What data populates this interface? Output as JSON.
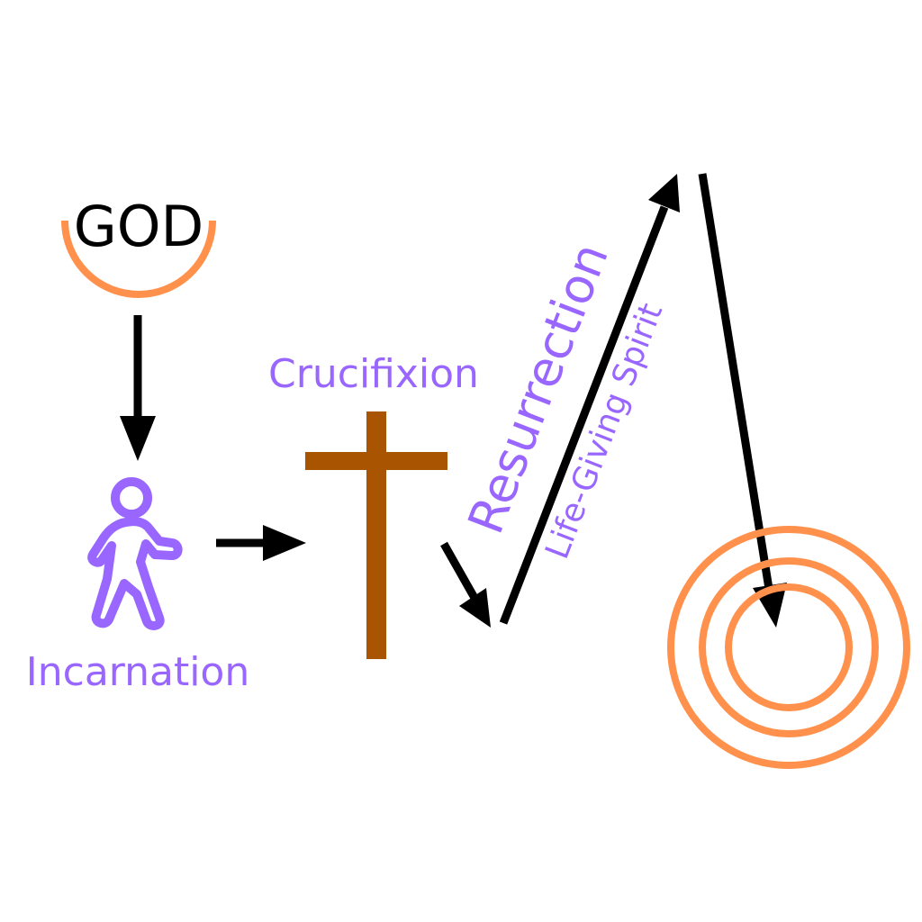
{
  "labels": {
    "god": "GOD",
    "incarnation": "Incarnation",
    "crucifixion": "Crucifixion",
    "resurrection": "Resurrection",
    "life_giving_spirit": "Life-Giving Spirit"
  },
  "colors": {
    "label_purple": "#9966FF",
    "orange": "#FF914D",
    "cross_brown": "#A85400",
    "arrow_black": "#000000",
    "god_text": "#000000",
    "background": "#FFFFFF"
  },
  "icons": {
    "person": "walking-person-icon",
    "cross": "cross-icon",
    "bowl": "bowl-arc-icon",
    "rings": "concentric-circles-icon"
  }
}
